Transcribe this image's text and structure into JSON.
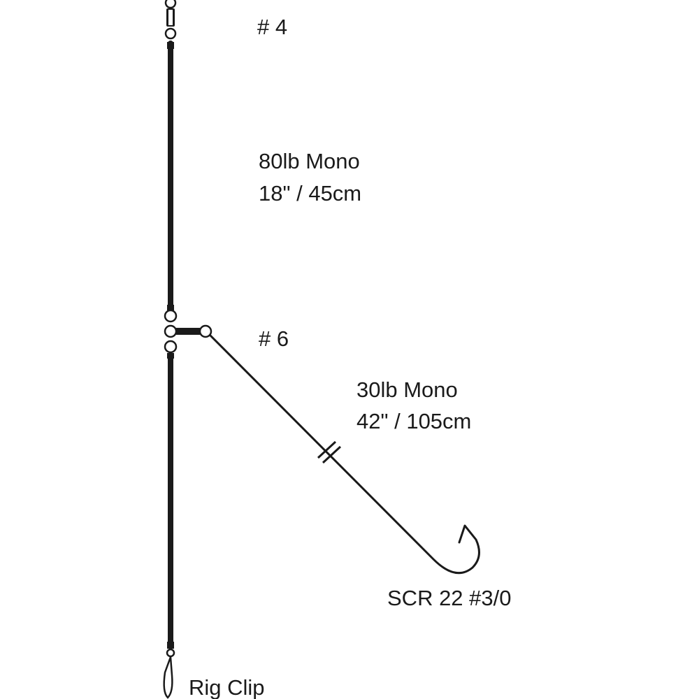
{
  "labels": {
    "swivel_top": "# 4",
    "main_line_material": "80lb Mono",
    "main_line_length": "18\" / 45cm",
    "swivel_mid": "# 6",
    "snood_material": "30lb Mono",
    "snood_length": "42\" / 105cm",
    "hook": "SCR 22 #3/0",
    "clip": "Rig Clip"
  },
  "colors": {
    "line": "#1a1a1a",
    "background": "#ffffff"
  }
}
